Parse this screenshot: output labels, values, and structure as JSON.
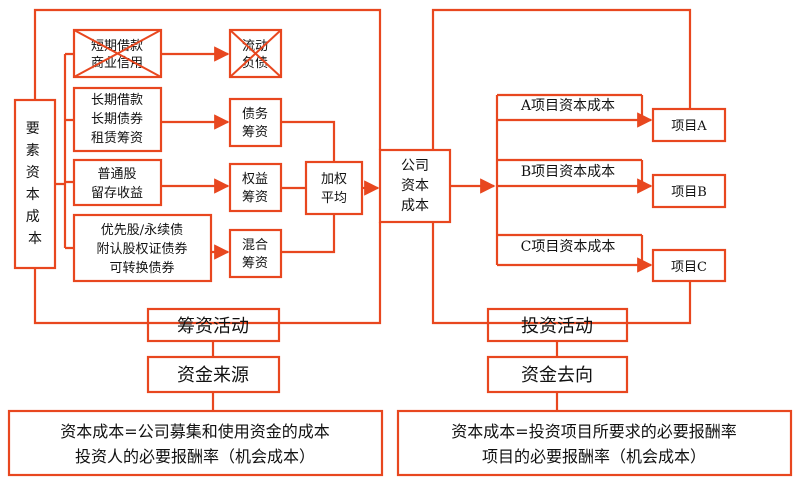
{
  "colors": {
    "accent": "#e8471f",
    "text": "#111111",
    "background": "#ffffff"
  },
  "left": {
    "factor": [
      "要",
      "素",
      "资",
      "本",
      "成",
      "本"
    ],
    "short_term": [
      "短期借款",
      "商业信用"
    ],
    "current_liab": [
      "流动",
      "负债"
    ],
    "long_term": [
      "长期借款",
      "长期债券",
      "租赁筹资"
    ],
    "debt": [
      "债务",
      "筹资"
    ],
    "equity_src": [
      "普通股",
      "留存收益"
    ],
    "equity": [
      "权益",
      "筹资"
    ],
    "hybrid_src": [
      "优先股/永续债",
      "附认股权证债券",
      "可转换债券"
    ],
    "hybrid": [
      "混合",
      "筹资"
    ],
    "weighted": [
      "加权",
      "平均"
    ],
    "activity": "筹资活动",
    "source": "资金来源",
    "definition": [
      "资本成本=公司募集和使用资金的成本",
      "投资人的必要报酬率（机会成本）"
    ]
  },
  "center": {
    "company": [
      "公司",
      "资本",
      "成本"
    ]
  },
  "right": {
    "a_cost": "A项目资本成本",
    "b_cost": "B项目资本成本",
    "c_cost": "C项目资本成本",
    "proj_a": "项目A",
    "proj_b": "项目B",
    "proj_c": "项目C",
    "activity": "投资活动",
    "destination": "资金去向",
    "definition": [
      "资本成本=投资项目所要求的必要报酬率",
      "项目的必要报酬率（机会成本）"
    ]
  }
}
